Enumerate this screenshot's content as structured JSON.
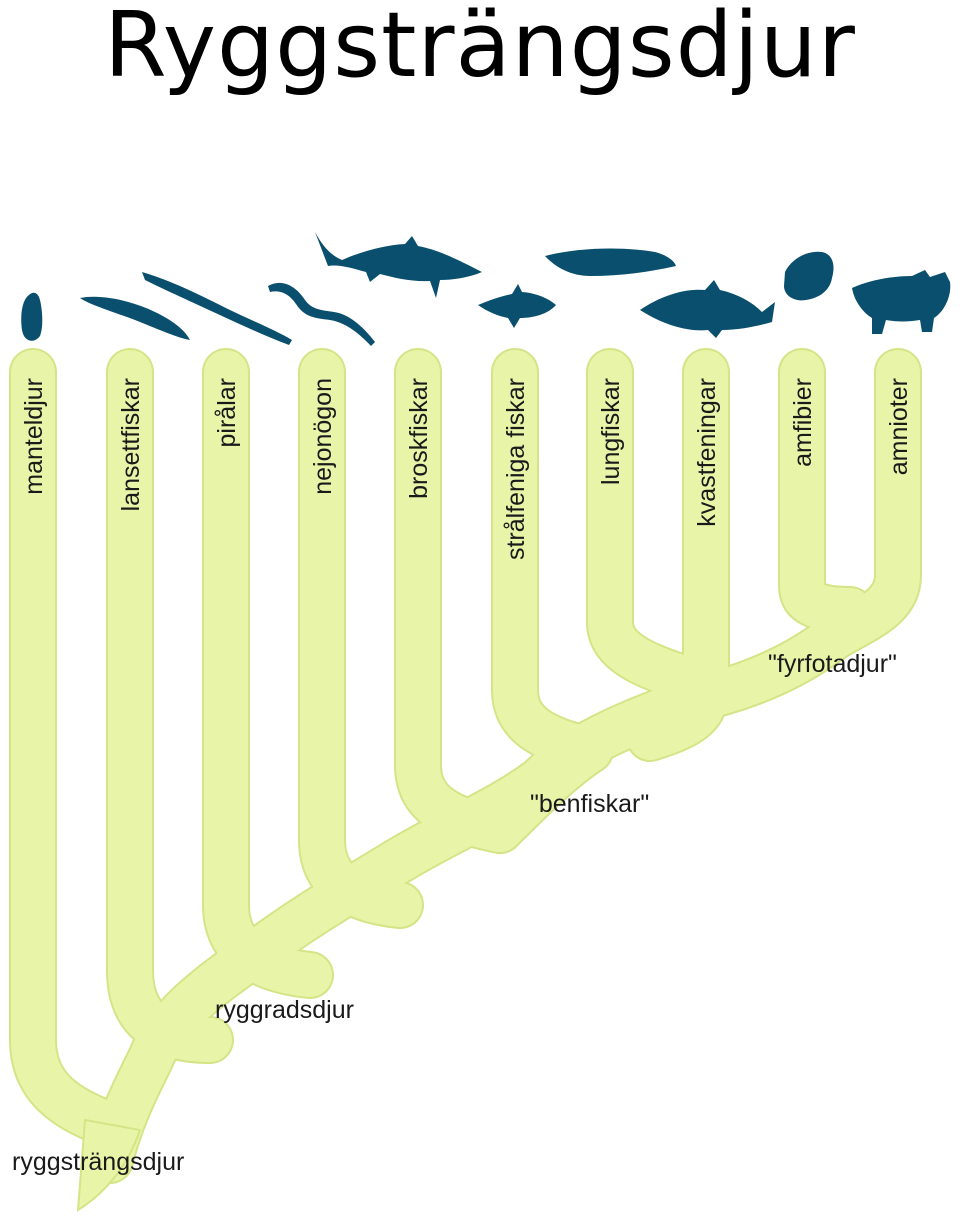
{
  "title": "Ryggsträngsdjur",
  "taxa": [
    {
      "label": "manteldjur",
      "icon": "tunicate-icon"
    },
    {
      "label": "lansettfiskar",
      "icon": "lancelet-icon"
    },
    {
      "label": "pirålar",
      "icon": "hagfish-icon"
    },
    {
      "label": "nejonögon",
      "icon": "lamprey-icon"
    },
    {
      "label": "broskfiskar",
      "icon": "shark-icon"
    },
    {
      "label": "strålfeniga fiskar",
      "icon": "ray-finned-fish-icon"
    },
    {
      "label": "lungfiskar",
      "icon": "lungfish-icon"
    },
    {
      "label": "kvastfeningar",
      "icon": "coelacanth-icon"
    },
    {
      "label": "amfibier",
      "icon": "frog-icon"
    },
    {
      "label": "amnioter",
      "icon": "cat-icon"
    }
  ],
  "clades": {
    "chordates": "ryggsträngsdjur",
    "vertebrates": "ryggradsdjur",
    "bony_fish": "\"benfiskar\"",
    "tetrapods": "\"fyrfotadjur\""
  },
  "colors": {
    "branch_fill": "#e8f5a8",
    "branch_edge": "#d3e587",
    "silhouette": "#0a506e"
  }
}
